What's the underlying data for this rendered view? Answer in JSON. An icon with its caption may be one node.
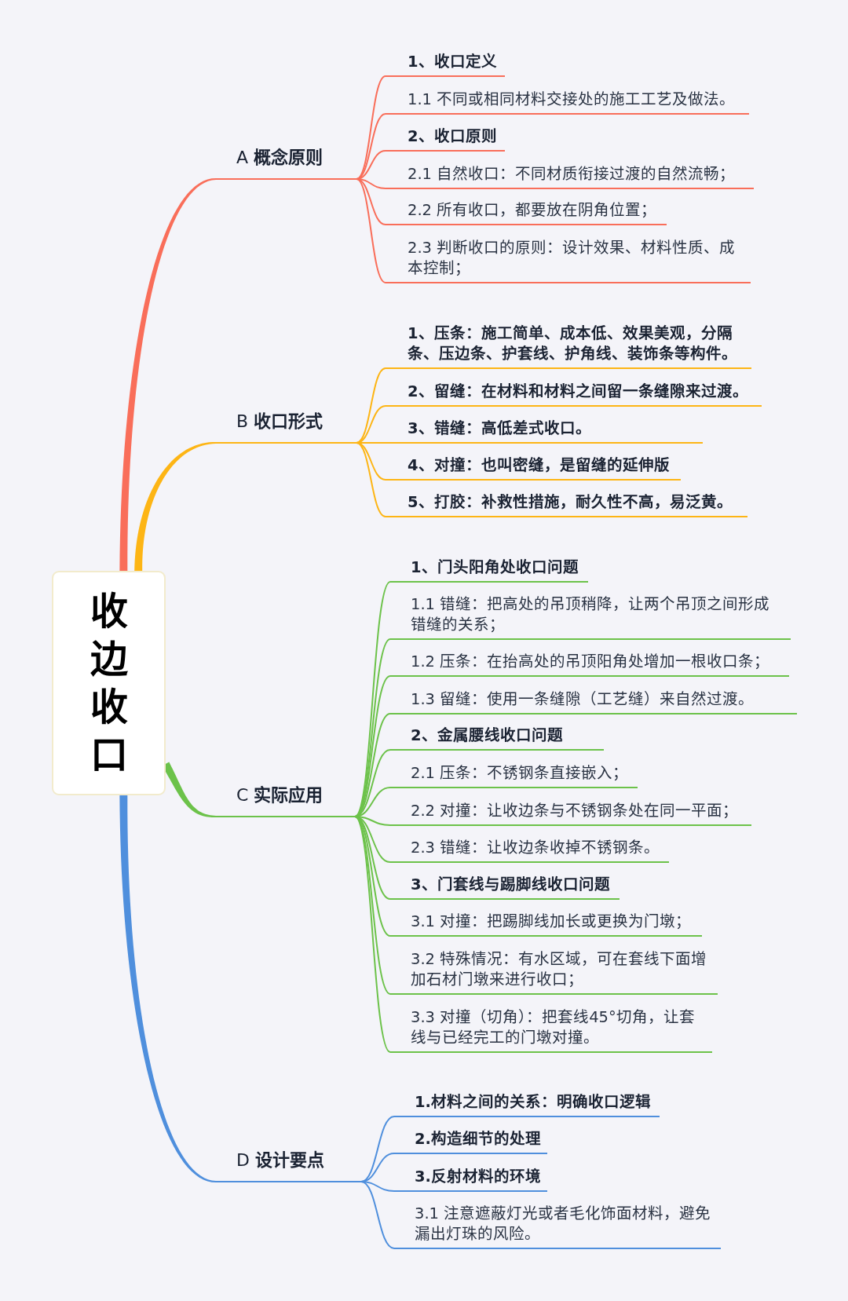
{
  "diagram": {
    "nodes": [
      {
        "text": [
          "收边收口"
        ]
      },
      {
        "text": [
          "A **概念原则**"
        ]
      },
      {
        "text": [
          "1、收口定义"
        ]
      },
      {
        "text": [
          "1.1 不同或相同材料交接处的施工工艺及做法。"
        ]
      },
      {
        "text": [
          "2、收口原则"
        ]
      },
      {
        "text": [
          "2.1 自然收口：不同材质衔接过渡的自然流畅；"
        ]
      },
      {
        "text": [
          "2.2 所有收口，都要放在阴角位置；"
        ]
      },
      {
        "text": [
          "2.3 判断收口的原则：设计效果、材料性质、成本控制；"
        ]
      },
      {
        "text": [
          "B **收口形式**"
        ]
      },
      {
        "text": [
          "1、压条：施工简单、成本低、效果美观，分隔条、压边条、护套线、护角线、装饰条等构件。"
        ]
      },
      {
        "text": [
          "2、留缝：在材料和材料之间留一条缝隙来过渡。"
        ]
      },
      {
        "text": [
          "3、错缝：高低差式收口。"
        ]
      },
      {
        "text": [
          "4、对撞：也叫密缝，是留缝的延伸版"
        ]
      },
      {
        "text": [
          "5、打胶：补救性措施，耐久性不高，易泛黄。"
        ]
      },
      {
        "text": [
          "C **实际应用**"
        ]
      },
      {
        "text": [
          "1、门头阳角处收口问题"
        ]
      },
      {
        "text": [
          "1.1 错缝：把高处的吊顶稍降，让两个吊顶之间形成错缝的关系；"
        ]
      },
      {
        "text": [
          "1.2 压条：在抬高处的吊顶阳角处增加一根收口条；"
        ]
      },
      {
        "text": [
          "1.3 留缝：使用一条缝隙（工艺缝）来自然过渡。"
        ]
      },
      {
        "text": [
          "2、金属腰线收口问题"
        ]
      },
      {
        "text": [
          "2.1 压条：不锈钢条直接嵌入；"
        ]
      },
      {
        "text": [
          "2.2 对撞：让收边条与不锈钢条处在同一平面；"
        ]
      },
      {
        "text": [
          "2.3 错缝：让收边条收掉不锈钢条。"
        ]
      },
      {
        "text": [
          "3、门套线与踢脚线收口问题"
        ]
      },
      {
        "text": [
          "3.1 对撞：把踢脚线加长或更换为门墩；"
        ]
      },
      {
        "text": [
          "3.2 特殊情况：有水区域，可在套线下面增加石材门墩来进行收口；"
        ]
      },
      {
        "text": [
          "3.3 对撞（切角）：把套线45°切角，让套线与已经完工的门墩对撞。"
        ]
      },
      {
        "text": [
          "D **设计要点**"
        ]
      },
      {
        "text": [
          "1.材料之间的关系：明确收口逻辑"
        ]
      },
      {
        "text": [
          "2.构造细节的处理"
        ]
      },
      {
        "text": [
          "3.反射材料的环境"
        ]
      },
      {
        "text": [
          "3.1 注意遮蔽灯光或者毛化饰面材料，避免漏出灯珠的风险。"
        ]
      }
    ],
    "edges": [
      {
        "from": 0,
        "to": 1,
        "arrow": "none",
        "style": "thick",
        "color": "#f96e5a"
      },
      {
        "from": 1,
        "to": 2,
        "arrow": "none",
        "color": "#f96e5a"
      },
      {
        "from": 1,
        "to": 3,
        "arrow": "none",
        "color": "#f96e5a"
      },
      {
        "from": 1,
        "to": 4,
        "arrow": "none",
        "color": "#f96e5a"
      },
      {
        "from": 1,
        "to": 5,
        "arrow": "none",
        "color": "#f96e5a"
      },
      {
        "from": 1,
        "to": 6,
        "arrow": "none",
        "color": "#f96e5a"
      },
      {
        "from": 1,
        "to": 7,
        "arrow": "none",
        "color": "#f96e5a"
      },
      {
        "from": 0,
        "to": 8,
        "arrow": "none",
        "style": "thick",
        "color": "#fdb515"
      },
      {
        "from": 8,
        "to": 9,
        "arrow": "none",
        "color": "#fdb515"
      },
      {
        "from": 8,
        "to": 10,
        "arrow": "none",
        "color": "#fdb515"
      },
      {
        "from": 8,
        "to": 11,
        "arrow": "none",
        "color": "#fdb515"
      },
      {
        "from": 8,
        "to": 12,
        "arrow": "none",
        "color": "#fdb515"
      },
      {
        "from": 8,
        "to": 13,
        "arrow": "none",
        "color": "#fdb515"
      },
      {
        "from": 0,
        "to": 14,
        "arrow": "none",
        "style": "thick"
      },
      {
        "from": 14,
        "to": 15,
        "arrow": "none"
      },
      {
        "from": 14,
        "to": 16,
        "arrow": "none"
      },
      {
        "from": 14,
        "to": 17,
        "arrow": "none"
      },
      {
        "from": 14,
        "to": 18,
        "arrow": "none"
      },
      {
        "from": 14,
        "to": 19,
        "arrow": "none"
      },
      {
        "from": 14,
        "to": 20,
        "arrow": "none"
      },
      {
        "from": 14,
        "to": 21,
        "arrow": "none"
      },
      {
        "from": 14,
        "to": 22,
        "arrow": "none"
      },
      {
        "from": 14,
        "to": 23,
        "arrow": "none"
      },
      {
        "from": 14,
        "to": 24,
        "arrow": "none"
      },
      {
        "from": 14,
        "to": 25,
        "arrow": "none"
      },
      {
        "from": 14,
        "to": 26,
        "arrow": "none"
      },
      {
        "from": 0,
        "to": 27,
        "arrow": "none",
        "style": "thick",
        "color": "#4f8fdd"
      },
      {
        "from": 27,
        "to": 28,
        "arrow": "none",
        "color": "#4f8fdd"
      },
      {
        "from": 27,
        "to": 29,
        "arrow": "none",
        "color": "#4f8fdd"
      },
      {
        "from": 27,
        "to": 30,
        "arrow": "none",
        "color": "#4f8fdd"
      },
      {
        "from": 27,
        "to": 31,
        "arrow": "none",
        "color": "#4f8fdd"
      }
    ]
  }
}
